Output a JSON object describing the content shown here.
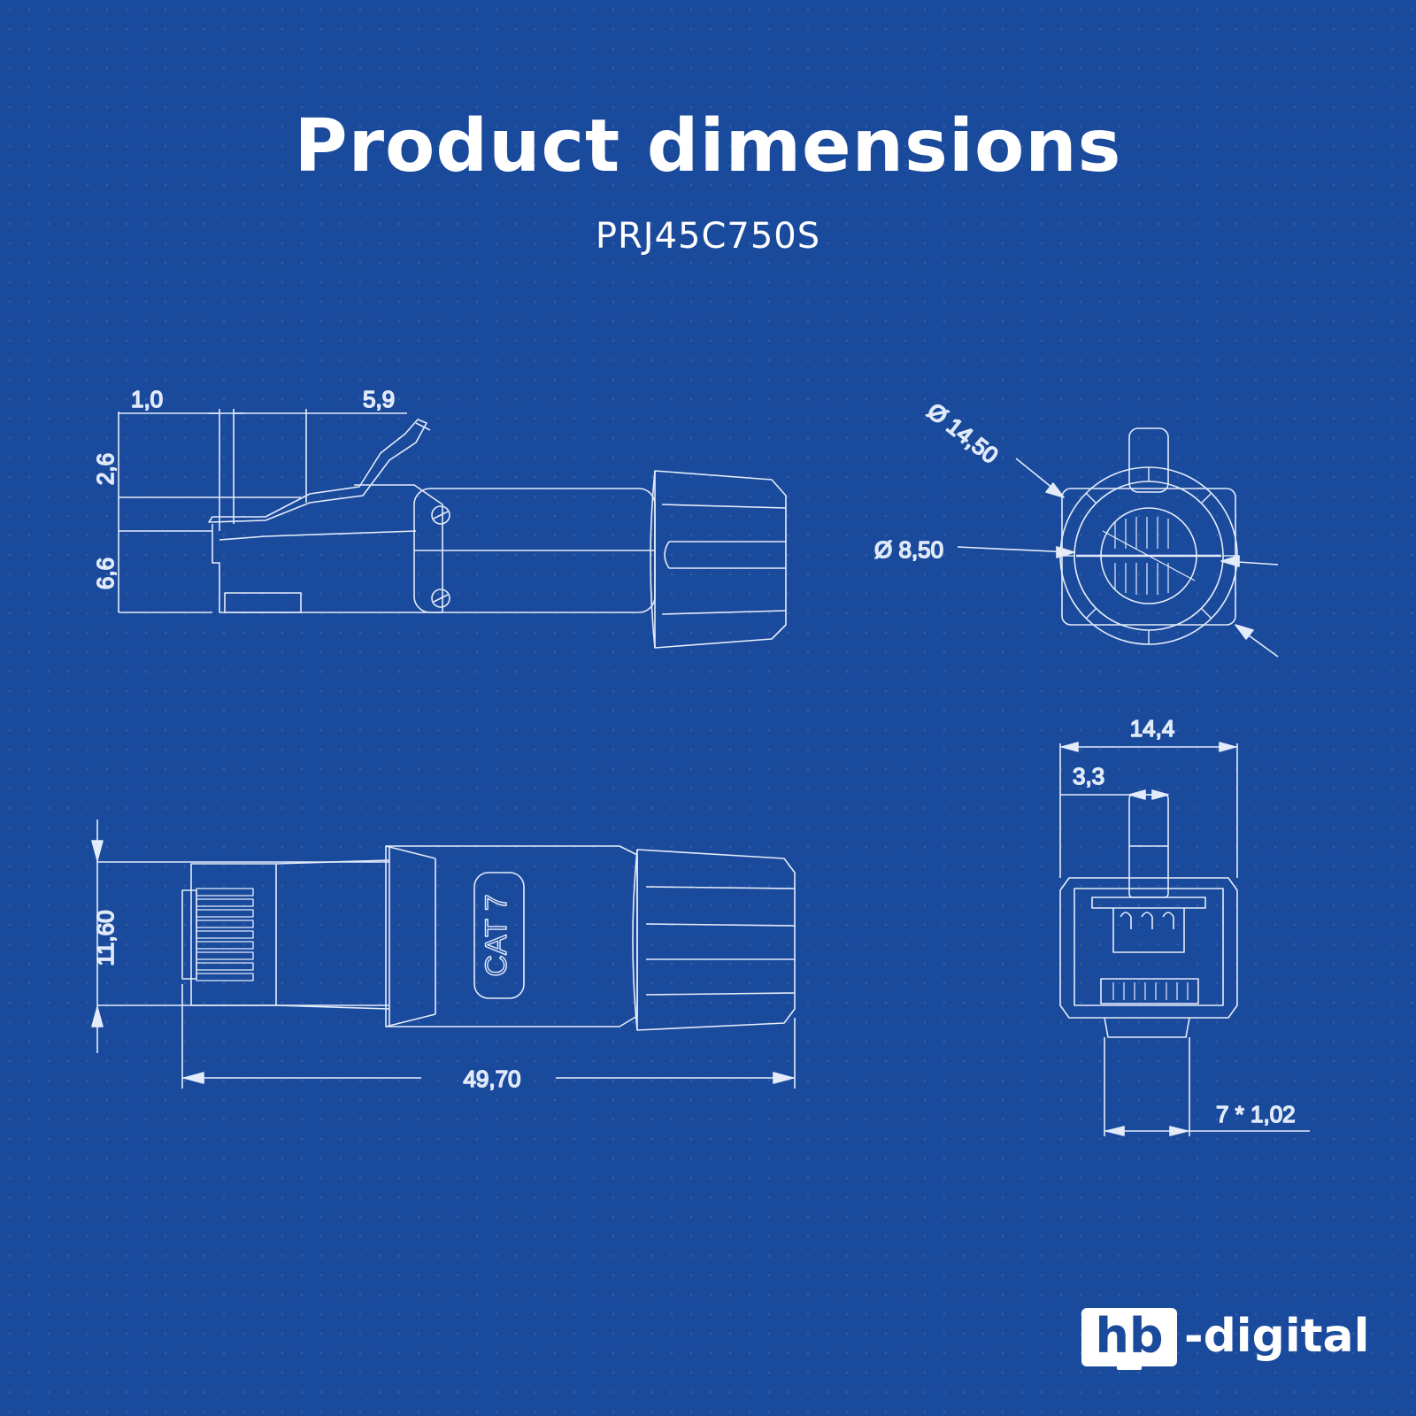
{
  "header": {
    "title": "Product dimensions",
    "subtitle": "PRJ45C750S"
  },
  "colors": {
    "background": "#1a4a9c",
    "line": "#e4ecfa",
    "text": "#ffffff"
  },
  "side_view": {
    "dim_top_left": "1,0",
    "dim_top_right": "5,9",
    "dim_upper": "2,6",
    "dim_lower": "6,6"
  },
  "front_view": {
    "outer_diameter": "Ø 14,50",
    "inner_diameter": "Ø 8,50"
  },
  "top_view": {
    "height": "11,60",
    "length": "49,70",
    "label": "CAT 7"
  },
  "end_view": {
    "width": "14,4",
    "latch": "3,3",
    "pitch": "7 * 1,02"
  },
  "brand": {
    "mark": "hb",
    "name": "-digital"
  }
}
